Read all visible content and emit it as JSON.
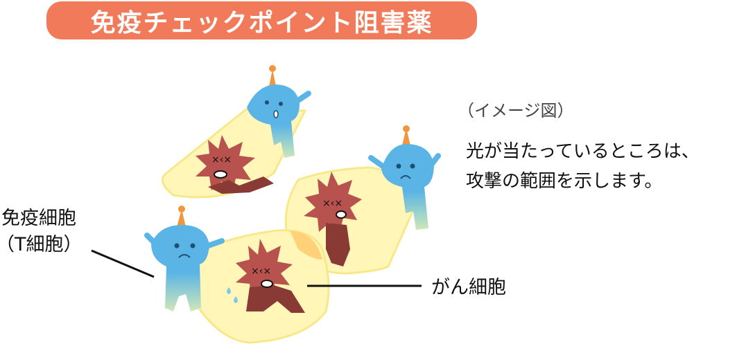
{
  "title": "免疫チェックポイント阻害薬",
  "note": "（イメージ図）",
  "description": {
    "lines": [
      "光が当たっているところは、",
      "攻撃の範囲を示します。"
    ]
  },
  "labels": {
    "immune_cell": {
      "line1": "免疫細胞",
      "line2": "（T細胞）"
    },
    "cancer_cell": "がん細胞"
  },
  "colors": {
    "banner": "#F07A5A",
    "banner_text": "#FFFFFF",
    "t_cell": "#5AB4E6",
    "t_cell_hat": "#F0963C",
    "cancer_cell_head": "#B8524E",
    "cancer_cell_body": "#8A3A34",
    "light_beam": "#FFF6B8",
    "light_beam_edge": "#F7E88A",
    "light_overlap": "#FFD27A",
    "leader_line": "#111111"
  }
}
